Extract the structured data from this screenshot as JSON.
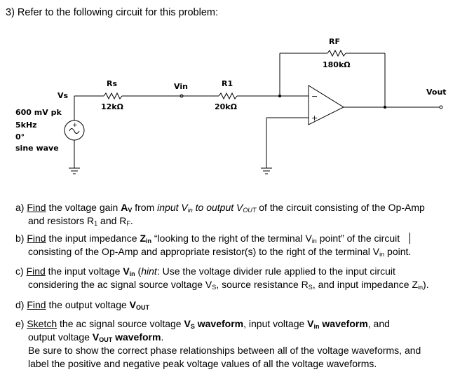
{
  "title": "3) Refer to the following circuit for this problem:",
  "circuit": {
    "rf_label": "RF",
    "rf_value": "180kΩ",
    "rs_label": "Rs",
    "rs_value": "12kΩ",
    "vin_label": "Vin",
    "r1_label": "R1",
    "r1_value": "20kΩ",
    "vs_label": "Vs",
    "vout_label": "Vout",
    "source_amp": "600 mV pk",
    "source_freq": "5kHz",
    "source_phase": "0°",
    "source_type": "sine wave",
    "minus": "−",
    "plus": "+"
  },
  "questions": {
    "a": {
      "prefix": "a) ",
      "verb": "Find",
      "t1": " the voltage gain ",
      "av": "A",
      "av_sub": "V",
      "t2": " from ",
      "it1": "input V",
      "it1_sub": "in",
      "it2": " to output V",
      "it2_sub": "OUT",
      "t3": " of the circuit consisting of the Op-Amp",
      "line2a": "and resistors R",
      "line2a_sub": "1",
      "line2b": " and R",
      "line2b_sub": "F",
      "line2c": "."
    },
    "b": {
      "prefix": "b) ",
      "verb": "Find",
      "t1": " the input impedance ",
      "z": "Z",
      "z_sub": "in",
      "t2": " “looking to the right of the terminal V",
      "t2_sub": "in",
      "t3": " point” of the circuit",
      "line2a": "consisting of the Op-Amp and appropriate resistor(s) to the right of the terminal V",
      "line2a_sub": "in",
      "line2b": " point."
    },
    "c": {
      "prefix": "c) ",
      "verb": "Find",
      "t1": " the input voltage ",
      "v": "V",
      "v_sub": "in",
      "t2": " (",
      "hint": "hint",
      "t3": ": Use the voltage divider rule applied to the input circuit",
      "line2a": "considering the ac signal source voltage V",
      "line2a_sub": "S",
      "line2b": ", source resistance R",
      "line2b_sub": "S",
      "line2c": ", and input impedance Z",
      "line2c_sub": "in",
      "line2d": ")."
    },
    "d": {
      "prefix": "d) ",
      "verb": "Find",
      "t1": " the output voltage ",
      "v": "V",
      "v_sub": "OUT"
    },
    "e": {
      "prefix": "e) ",
      "verb": "Sketch",
      "t1": " the ac signal source voltage ",
      "v1": "V",
      "v1_sub": "S",
      "w1": " waveform",
      "t2": ", input voltage ",
      "v2": "V",
      "v2_sub": "in",
      "w2": " waveform",
      "t3": ", and",
      "line2a": "output voltage ",
      "v3": "V",
      "v3_sub": "OUT",
      "w3": " waveform",
      "line2b": ".",
      "line3": "Be sure to show the correct phase relationships between all of the voltage waveforms, and",
      "line4": "label the positive and negative peak voltage values of all the voltage waveforms."
    }
  }
}
